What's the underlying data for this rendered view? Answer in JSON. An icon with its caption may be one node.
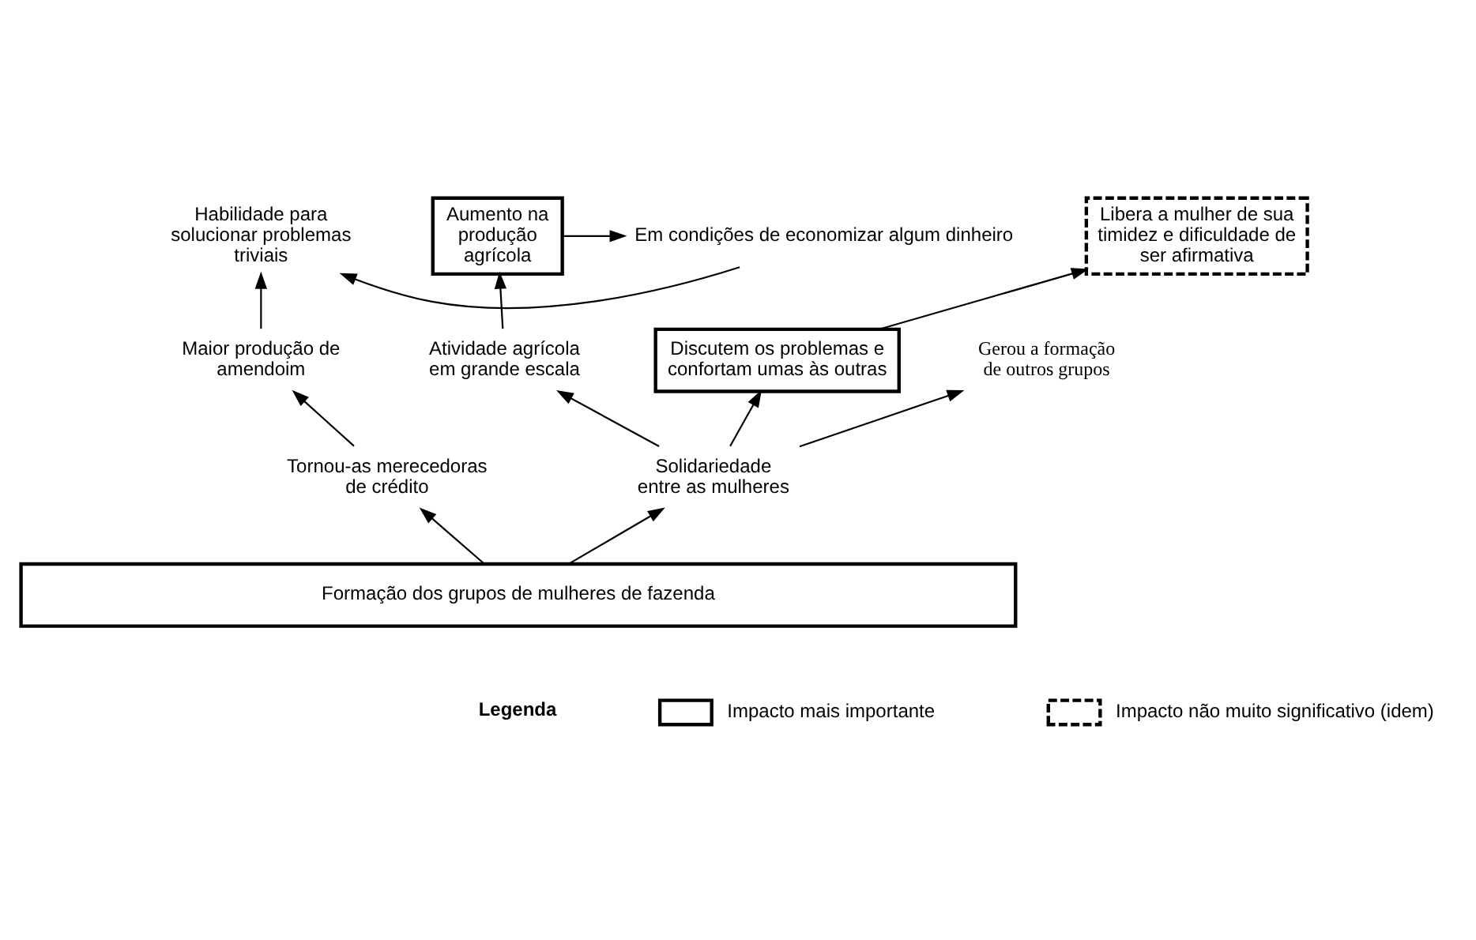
{
  "diagram": {
    "nodes": [
      {
        "text": [
          "Em condições de economizar algum dinheiro"
        ]
      },
      {
        "text": [
          "Aumento na produção agrícola"
        ]
      },
      {
        "text": [
          "Libera a mulher de sua timidez e dificuldade de ser afirmativa"
        ]
      },
      {
        "text": [
          "Habilidade para solucionar problemas triviais"
        ]
      },
      {
        "text": [
          "Atividade agrícola em grande escala"
        ]
      },
      {
        "text": [
          "Discutem os problemas e confortam umas às outras"
        ]
      },
      {
        "text": [
          "Maior produção de amendoim"
        ]
      },
      {
        "text": [
          "Gerou a formação de outros grupos"
        ]
      },
      {
        "text": [
          "Tornou-as merecedoras de crédito"
        ]
      },
      {
        "text": [
          "Solidariedade entre as mulheres"
        ]
      },
      {
        "text": [
          "Formação dos grupos de mulheres de fazenda"
        ]
      }
    ],
    "edges": [
      {
        "from": 1,
        "to": 0,
        "arrow": "to"
      },
      {
        "from": 0,
        "to": 3,
        "arrow": "to"
      },
      {
        "from": 6,
        "to": 3,
        "arrow": "to"
      },
      {
        "from": 8,
        "to": 6,
        "arrow": "to"
      },
      {
        "from": 10,
        "to": 8,
        "arrow": "to"
      },
      {
        "from": 10,
        "to": 9,
        "arrow": "to"
      },
      {
        "from": 9,
        "to": 7,
        "arrow": "to"
      },
      {
        "from": 9,
        "to": 5,
        "arrow": "to"
      },
      {
        "from": 5,
        "to": 2,
        "arrow": "to"
      },
      {
        "from": 9,
        "to": 4,
        "arrow": "to"
      },
      {
        "from": 4,
        "to": 1,
        "arrow": "to"
      }
    ],
    "labels": [
      "Legenda"
    ],
    "legend": [
      {
        "text": "Impacto mais importante"
      },
      {
        "text": "Impacto não muito significativo (idem)"
      }
    ]
  }
}
